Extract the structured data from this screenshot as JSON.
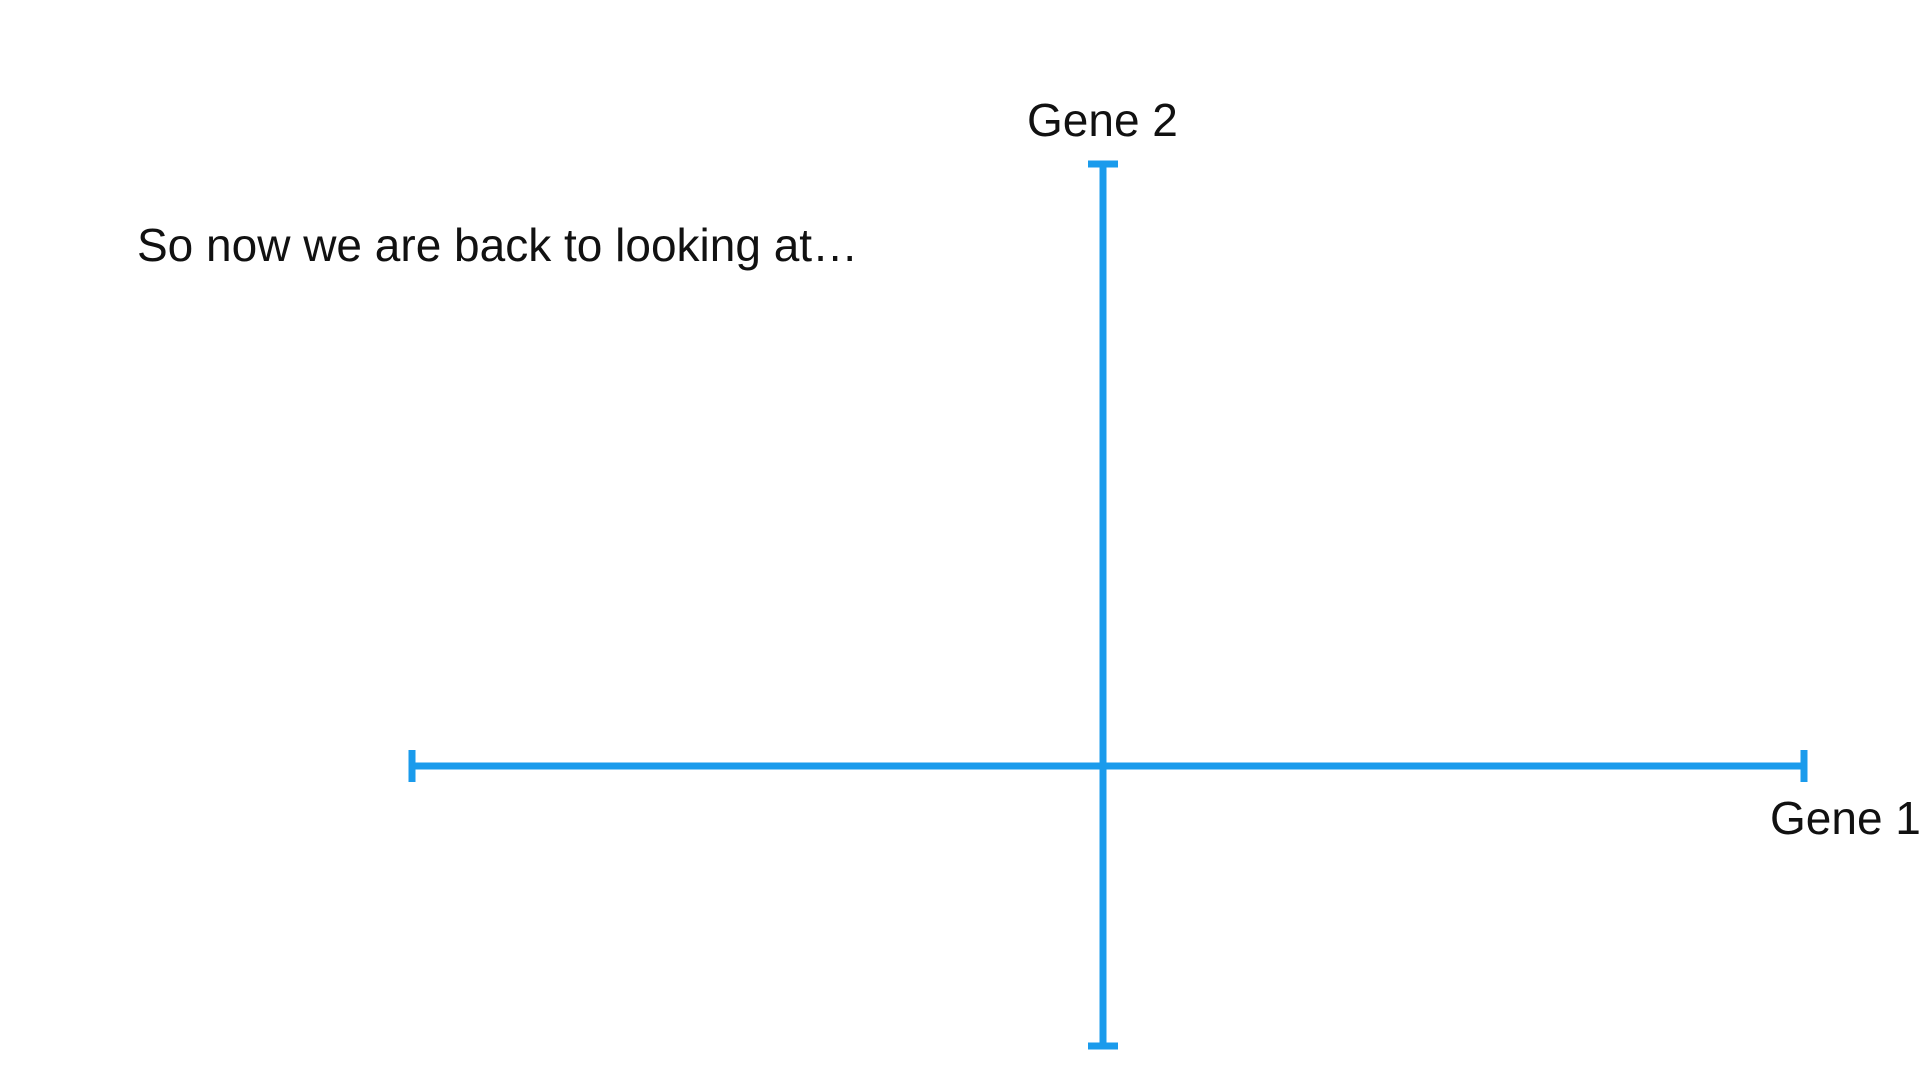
{
  "slide": {
    "caption": "So now we are back to looking at…",
    "axis_color": "#1a9bec"
  },
  "axes": {
    "x_label": "Gene 1",
    "y_label": "Gene 2"
  }
}
